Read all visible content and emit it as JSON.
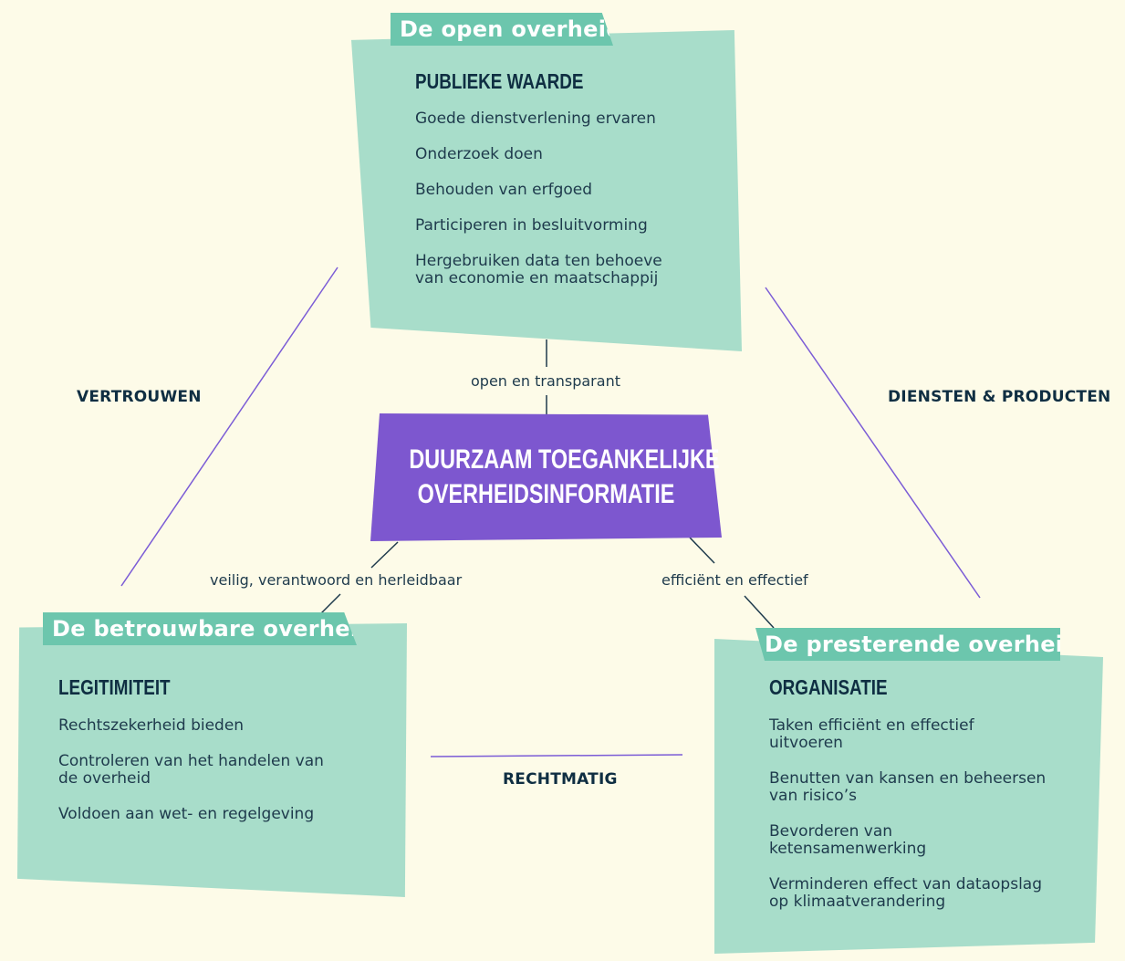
{
  "center": {
    "line1": "DUURZAAM TOEGANKELIJKE",
    "line2": "OVERHEIDSINFORMATIE"
  },
  "top": {
    "tag": "De open overheid",
    "heading": "PUBLIEKE WAARDE",
    "items": [
      "Goede dienstverlening ervaren",
      "Onderzoek doen",
      "Behouden van erfgoed",
      "Participeren in besluitvorming",
      "Hergebruiken data ten behoeve van economie en maatschappij"
    ],
    "edge_label": "open en transparant"
  },
  "left": {
    "tag": "De betrouwbare overheid",
    "heading": "LEGITIMITEIT",
    "items": [
      "Rechtszekerheid bieden",
      "Controleren van het handelen van de overheid",
      "Voldoen aan wet- en regelgeving"
    ],
    "edge_label": "veilig, verantwoord en herleidbaar"
  },
  "right": {
    "tag": "De presterende overheid",
    "heading": "ORGANISATIE",
    "items": [
      "Taken efficiënt en effectief uitvoeren",
      "Benutten van kansen en beheersen van risico’s",
      "Bevorderen van ketensamenwerking",
      "Verminderen effect van dataopslag op klimaatverandering"
    ],
    "edge_label": "efficiënt en effectief"
  },
  "sides": {
    "left": "VERTROUWEN",
    "right": "DIENSTEN & PRODUCTEN",
    "bottom": "RECHTMATIG"
  },
  "colors": {
    "background": "#fdfbe8",
    "card": "#a8ddca",
    "tag": "#6cc6ad",
    "center": "#7d57cf",
    "side_line": "#7b5cd6",
    "connector": "#1e3a4c"
  }
}
